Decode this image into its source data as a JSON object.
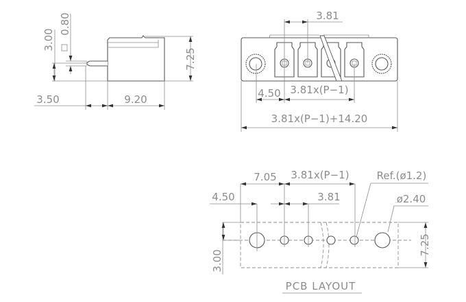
{
  "side_view": {
    "dim_height": "7.25",
    "dim_pin_length": "3.50",
    "dim_body_depth": "9.20",
    "dim_pin_offset": "3.00",
    "dim_pin_square": "0.80"
  },
  "front_view": {
    "dim_pitch": "3.81",
    "dim_end_offset": "4.50",
    "dim_pitch_span": "3.81x(P−1)",
    "dim_total_length": "3.81x(P−1)+14.20"
  },
  "pcb_layout": {
    "title": "PCB LAYOUT",
    "dim_edge_to_first": "7.05",
    "dim_pitch_span": "3.81x(P−1)",
    "dim_end_offset": "4.50",
    "dim_pitch": "3.81",
    "ref_hole": "Ref.(ø1.2)",
    "mount_hole": "ø2.40",
    "dim_height": "7.25",
    "dim_row_offset": "3.00"
  }
}
